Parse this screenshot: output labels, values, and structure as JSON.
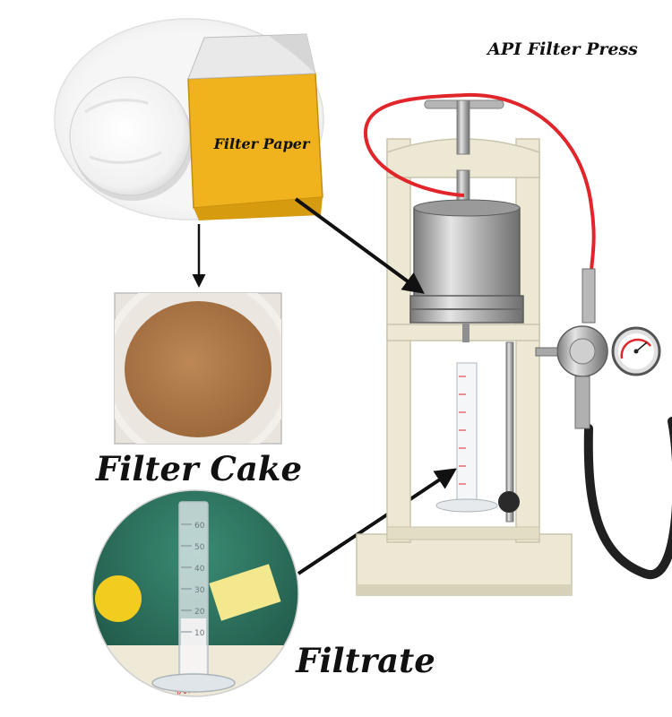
{
  "title": "API Filter Press",
  "labels": {
    "filter_paper": "Filter Paper",
    "filter_cake": "Filter Cake",
    "filtrate": "Filtrate"
  },
  "colors": {
    "frame": "#ece8d3",
    "steel": "#b9b9b9",
    "gas_line": "#e0262a",
    "hose": "#202020",
    "paper_box": "#f0b21d",
    "cake": "#b07a48"
  },
  "cylinder_marks": [
    "60",
    "50",
    "40",
    "30",
    "20",
    "10"
  ]
}
